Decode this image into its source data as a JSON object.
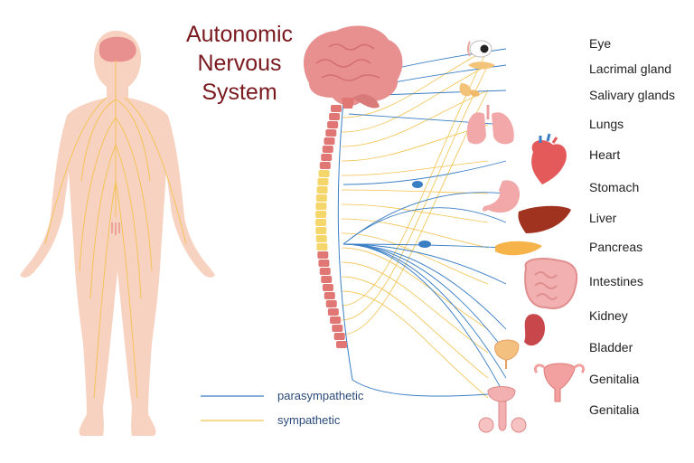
{
  "title": [
    "Autonomic",
    "Nervous",
    "System"
  ],
  "organs": [
    "Eye",
    "Lacrimal gland",
    "Salivary glands",
    "Lungs",
    "Heart",
    "Stomach",
    "Liver",
    "Pancreas",
    "Intestines",
    "Kidney",
    "Bladder",
    "Genitalia",
    "Genitalia"
  ],
  "legend": [
    {
      "label": "parasympathetic",
      "color": "#3a7ec4"
    },
    {
      "label": "sympathetic",
      "color": "#f2c24d"
    }
  ],
  "colors": {
    "body": "#f8d2c0",
    "brain": "#e88f8f",
    "spine_red": "#e07774",
    "spine_yellow": "#f5d66a",
    "parasympathetic": "#3a7ec4",
    "sympathetic": "#f2c24d",
    "title": "#7a1a1f"
  }
}
